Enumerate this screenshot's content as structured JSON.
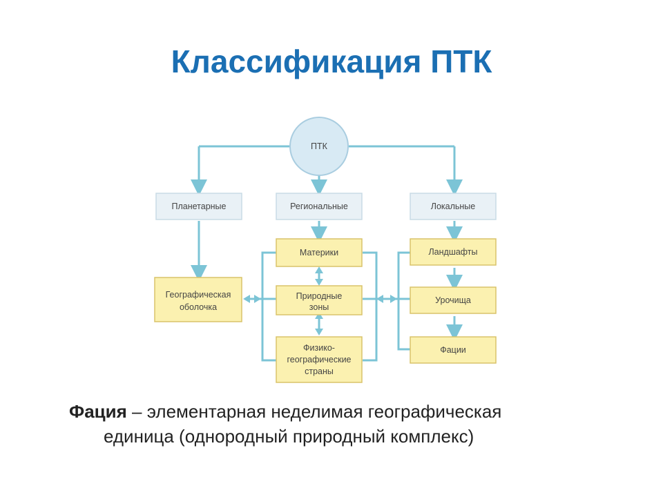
{
  "title": "Классификация ПТК",
  "diagram": {
    "root": "ПТК",
    "categories": {
      "planetary": "Планетарные",
      "regional": "Региональные",
      "local": "Локальные"
    },
    "planetary_items": [
      "Географическая",
      "оболочка"
    ],
    "regional_items": {
      "continents": "Материки",
      "zones": [
        "Природные",
        "зоны"
      ],
      "countries": [
        "Физико-",
        "географические",
        "страны"
      ]
    },
    "local_items": {
      "landscapes": "Ландшафты",
      "tracts": "Урочища",
      "facies": "Фации"
    },
    "colors": {
      "line": "#7cc4d6",
      "box_fill": "#fbf1b0",
      "box_border": "#d9c36a",
      "category_fill": "#e9f1f6",
      "root_fill": "#d8eaf4"
    }
  },
  "definition": {
    "term": "Фация",
    "dash": " – ",
    "text_line1": "элементарная неделимая географическая",
    "text_line2": "единица (однородный природный комплекс)"
  }
}
